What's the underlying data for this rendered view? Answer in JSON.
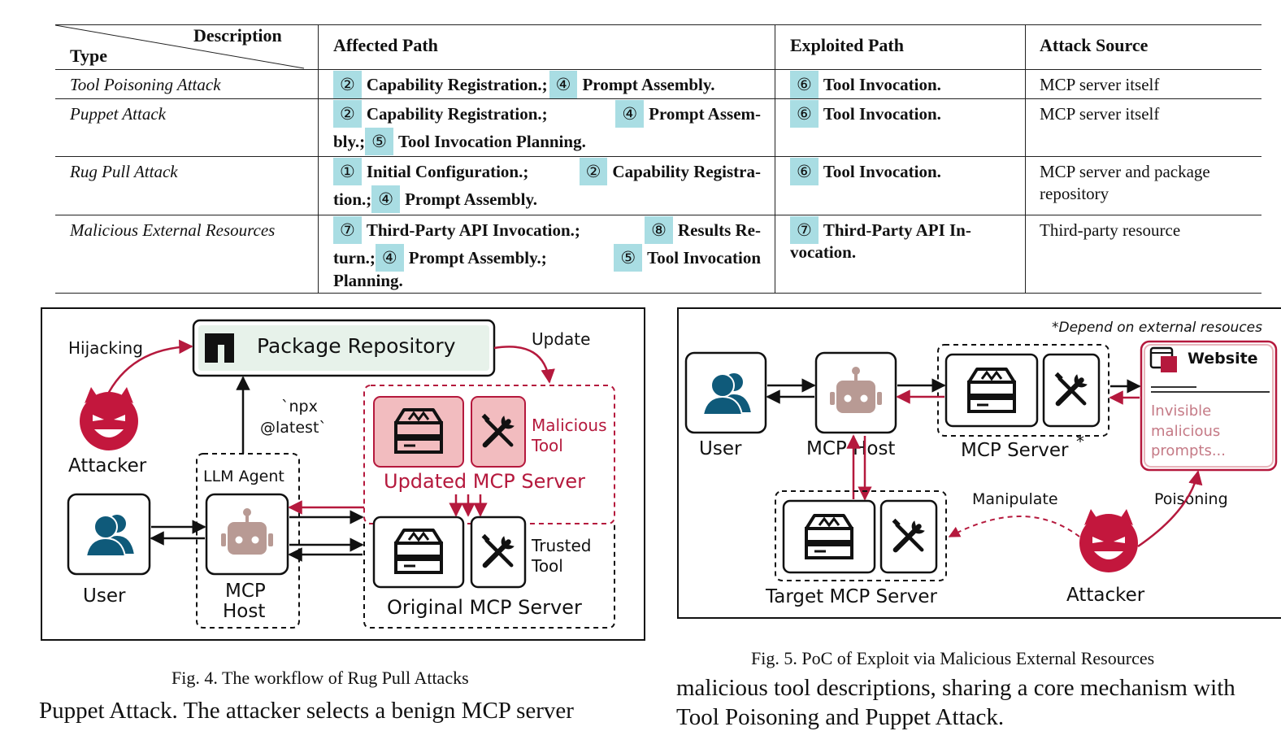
{
  "table": {
    "header": {
      "diag_top": "Description",
      "diag_bottom": "Type",
      "affected": "Affected Path",
      "exploited": "Exploited Path",
      "source": "Attack Source"
    },
    "rows": [
      {
        "type": "Tool Poisoning Attack",
        "affected": [
          [
            "②",
            "Capability Registration.;"
          ],
          [
            "④",
            "Prompt Assembly."
          ]
        ],
        "exploited": [
          [
            "⑥",
            "Tool Invocation."
          ]
        ],
        "source": "MCP server itself"
      },
      {
        "type": "Puppet Attack",
        "affected_line1": [
          [
            "②",
            "Capability Registration.;"
          ],
          [
            "④",
            "Prompt Assem-"
          ]
        ],
        "affected_line2": [
          [
            "",
            "bly.;"
          ],
          [
            "⑤",
            "Tool Invocation Planning."
          ]
        ],
        "exploited": [
          [
            "⑥",
            "Tool Invocation."
          ]
        ],
        "source": "MCP server itself"
      },
      {
        "type": "Rug Pull Attack",
        "affected_line1": [
          [
            "①",
            "Initial Configuration.;"
          ],
          [
            "②",
            "Capability Registra-"
          ]
        ],
        "affected_line2": [
          [
            "",
            "tion.;"
          ],
          [
            "④",
            "Prompt Assembly."
          ]
        ],
        "exploited": [
          [
            "⑥",
            "Tool Invocation."
          ]
        ],
        "source_line1": "MCP server and package",
        "source_line2": "repository"
      },
      {
        "type": "Malicious External Resources",
        "affected_line1": [
          [
            "⑦",
            "Third-Party API Invocation.;"
          ],
          [
            "⑧",
            "Results Re-"
          ]
        ],
        "affected_line2": [
          [
            "",
            "turn.;"
          ],
          [
            "④",
            "Prompt Assembly.;"
          ],
          [
            "⑤",
            "Tool Invocation"
          ]
        ],
        "affected_line3": "Planning.",
        "exploited_line1": [
          [
            "⑦",
            "Third-Party API In-"
          ]
        ],
        "exploited_line2": "vocation.",
        "source": "Third-party resource"
      }
    ]
  },
  "fig4": {
    "hijacking": "Hijacking",
    "package_repo": "Package Repository",
    "update": "Update",
    "npx_line1": "`npx",
    "npx_line2": "@latest`",
    "attacker": "Attacker",
    "llm_agent": "LLM Agent",
    "malicious_tool_1": "Malicious",
    "malicious_tool_2": "Tool",
    "updated_server": "Updated MCP Server",
    "trusted_tool_1": "Trusted",
    "trusted_tool_2": "Tool",
    "user": "User",
    "mcp_host_1": "MCP",
    "mcp_host_2": "Host",
    "original_server": "Original MCP Server",
    "caption": "Fig. 4.  The workflow of Rug Pull Attacks"
  },
  "fig5": {
    "note": "*Depend on external resouces",
    "website": "Website",
    "invisible_1": "Invisible",
    "invisible_2": "malicious",
    "invisible_3": "prompts...",
    "user": "User",
    "mcp_host": "MCP Host",
    "mcp_server": "MCP Server",
    "manipulate": "Manipulate",
    "poisoning": "Poisoning",
    "target_server": "Target MCP Server",
    "attacker": "Attacker",
    "caption": "Fig. 5.  PoC of Exploit via Malicious External Resources"
  },
  "body_left": "Puppet Attack. The attacker selects a benign MCP server",
  "body_right_1": "malicious tool descriptions, sharing a core mechanism with",
  "body_right_2": "Tool Poisoning and Puppet Attack.",
  "colors": {
    "accent": "#b5193d",
    "highlight": "#a9dde3",
    "user_blue": "#0f5a7a",
    "robot": "#b89a94"
  }
}
